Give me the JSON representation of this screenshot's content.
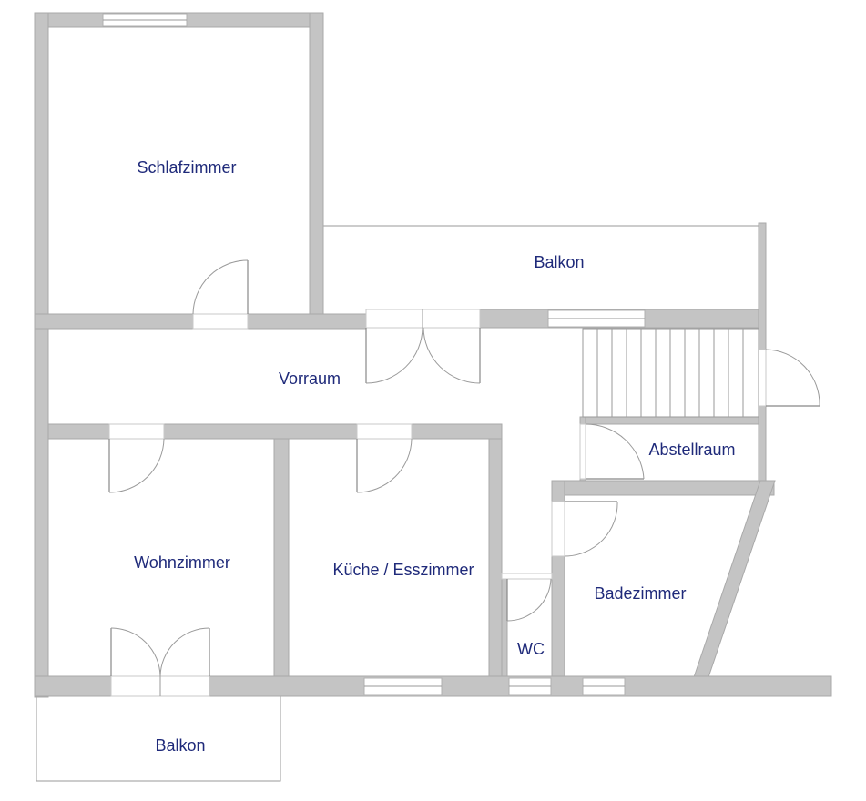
{
  "floorplan": {
    "rooms": {
      "schlafzimmer": "Schlafzimmer",
      "balkon_top": "Balkon",
      "vorraum": "Vorraum",
      "abstellraum": "Abstellraum",
      "wohnzimmer": "Wohnzimmer",
      "kueche": "Küche / Esszimmer",
      "badezimmer": "Badezimmer",
      "wc": "WC",
      "balkon_bottom": "Balkon"
    },
    "colors": {
      "wall": "#c4c4c4",
      "label": "#1f2a7a",
      "background": "#ffffff"
    }
  }
}
